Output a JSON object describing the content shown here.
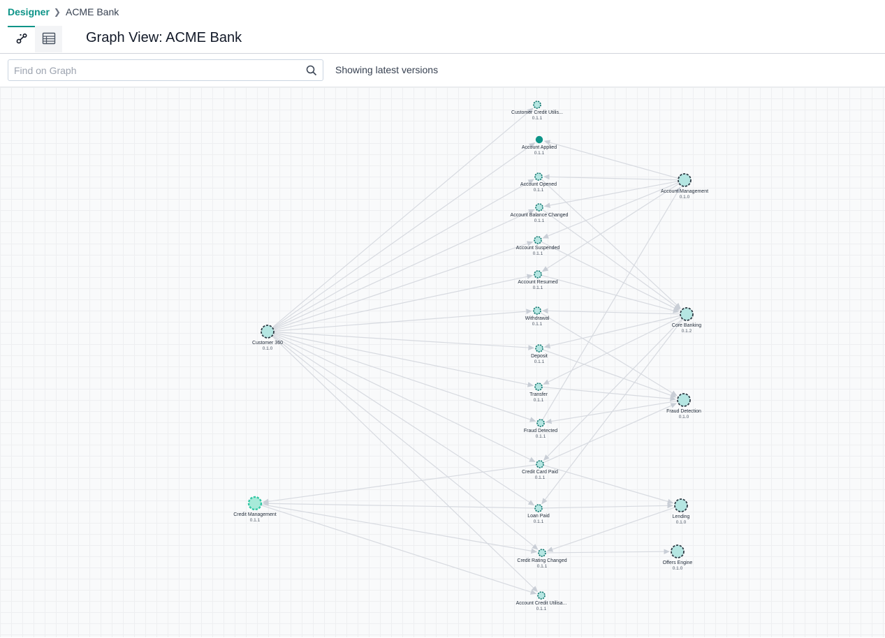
{
  "breadcrumb": {
    "root": "Designer",
    "current": "ACME Bank"
  },
  "tabs": [
    {
      "icon": "graph-view-icon",
      "active": true
    },
    {
      "icon": "table-view-icon",
      "active": false
    }
  ],
  "page": {
    "title": "Graph View: ACME Bank"
  },
  "search": {
    "placeholder": "Find on Graph",
    "value": ""
  },
  "status_text": "Showing latest versions",
  "colors": {
    "accent": "#0d9488",
    "node_fill": "#b5e6e2",
    "edge": "#d7dae0"
  },
  "graph": {
    "nodes": [
      {
        "id": "c360",
        "label": "Customer 360",
        "version": "0.1.0",
        "kind": "service"
      },
      {
        "id": "credmgmt",
        "label": "Credit Management",
        "version": "0.1.1",
        "kind": "service-highlight"
      },
      {
        "id": "acctmgmt",
        "label": "Account Management",
        "version": "0.1.0",
        "kind": "service"
      },
      {
        "id": "core",
        "label": "Core Banking",
        "version": "0.1.2",
        "kind": "service"
      },
      {
        "id": "fraud",
        "label": "Fraud Detection",
        "version": "0.1.0",
        "kind": "service"
      },
      {
        "id": "lending",
        "label": "Lending",
        "version": "0.1.0",
        "kind": "service"
      },
      {
        "id": "offers",
        "label": "Offers Engine",
        "version": "0.1.0",
        "kind": "service"
      },
      {
        "id": "custcredit",
        "label": "Customer Credit Utilis...",
        "version": "0.1.1",
        "kind": "event"
      },
      {
        "id": "applied",
        "label": "Account Applied",
        "version": "0.1.1",
        "kind": "event-solid"
      },
      {
        "id": "opened",
        "label": "Account Opened",
        "version": "0.1.1",
        "kind": "event"
      },
      {
        "id": "balance",
        "label": "Account Balance Changed",
        "version": "0.1.1",
        "kind": "event"
      },
      {
        "id": "suspended",
        "label": "Account Suspended",
        "version": "0.1.1",
        "kind": "event"
      },
      {
        "id": "resumed",
        "label": "Account Resumed",
        "version": "0.1.1",
        "kind": "event"
      },
      {
        "id": "withdrawal",
        "label": "Withdrawal",
        "version": "0.1.1",
        "kind": "event"
      },
      {
        "id": "deposit",
        "label": "Deposit",
        "version": "0.1.1",
        "kind": "event"
      },
      {
        "id": "transfer",
        "label": "Transfer",
        "version": "0.1.1",
        "kind": "event"
      },
      {
        "id": "frauddet",
        "label": "Fraud Detected",
        "version": "0.1.1",
        "kind": "event"
      },
      {
        "id": "ccpaid",
        "label": "Credit Card Paid",
        "version": "0.1.1",
        "kind": "event"
      },
      {
        "id": "loanpaid",
        "label": "Loan Paid",
        "version": "0.1.1",
        "kind": "event"
      },
      {
        "id": "ratingchg",
        "label": "Credit Rating Changed",
        "version": "0.1.1",
        "kind": "event"
      },
      {
        "id": "acctcredit",
        "label": "Account Credit Utilisa...",
        "version": "0.1.1",
        "kind": "event"
      }
    ],
    "edges": [
      [
        "acctmgmt",
        "applied"
      ],
      [
        "acctmgmt",
        "opened"
      ],
      [
        "acctmgmt",
        "balance"
      ],
      [
        "acctmgmt",
        "suspended"
      ],
      [
        "acctmgmt",
        "resumed"
      ],
      [
        "core",
        "withdrawal"
      ],
      [
        "core",
        "deposit"
      ],
      [
        "core",
        "transfer"
      ],
      [
        "core",
        "ccpaid"
      ],
      [
        "core",
        "loanpaid"
      ],
      [
        "fraud",
        "frauddet"
      ],
      [
        "lending",
        "ratingchg"
      ],
      [
        "frauddet",
        "acctmgmt"
      ],
      [
        "opened",
        "core"
      ],
      [
        "balance",
        "core"
      ],
      [
        "suspended",
        "core"
      ],
      [
        "resumed",
        "core"
      ],
      [
        "withdrawal",
        "fraud"
      ],
      [
        "deposit",
        "fraud"
      ],
      [
        "transfer",
        "fraud"
      ],
      [
        "ccpaid",
        "fraud"
      ],
      [
        "ccpaid",
        "lending"
      ],
      [
        "loanpaid",
        "lending"
      ],
      [
        "ratingchg",
        "offers"
      ],
      [
        "c360",
        "custcredit"
      ],
      [
        "c360",
        "applied"
      ],
      [
        "c360",
        "opened"
      ],
      [
        "c360",
        "balance"
      ],
      [
        "c360",
        "suspended"
      ],
      [
        "c360",
        "resumed"
      ],
      [
        "c360",
        "withdrawal"
      ],
      [
        "c360",
        "deposit"
      ],
      [
        "c360",
        "transfer"
      ],
      [
        "c360",
        "frauddet"
      ],
      [
        "c360",
        "ccpaid"
      ],
      [
        "c360",
        "loanpaid"
      ],
      [
        "c360",
        "ratingchg"
      ],
      [
        "c360",
        "acctcredit"
      ],
      [
        "ccpaid",
        "credmgmt"
      ],
      [
        "loanpaid",
        "credmgmt"
      ],
      [
        "credmgmt",
        "ratingchg"
      ],
      [
        "credmgmt",
        "acctcredit"
      ]
    ]
  }
}
